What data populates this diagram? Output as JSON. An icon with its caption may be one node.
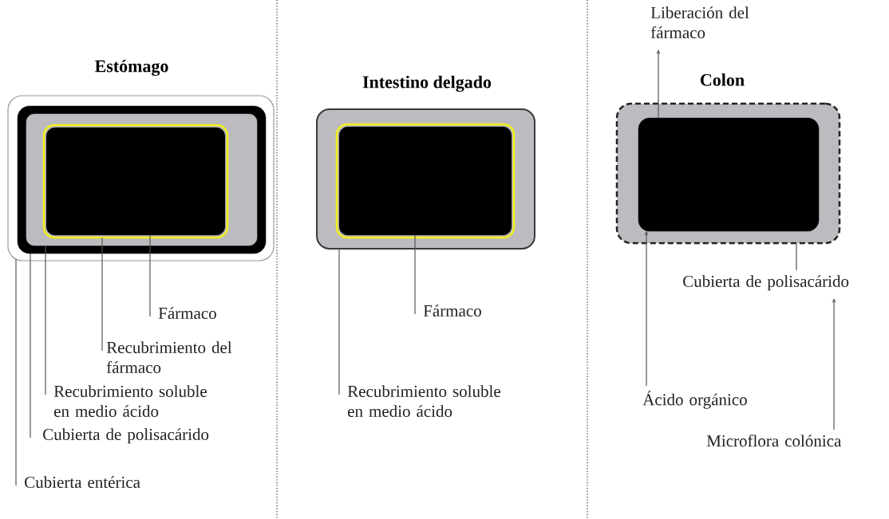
{
  "diagram": {
    "nodes": [
      {
        "text": [],
        "shape": "box"
      },
      {
        "text": [],
        "shape": "box",
        "in": 0
      },
      {
        "text": [],
        "shape": "box",
        "in": 1
      },
      {
        "text": [],
        "shape": "box",
        "in": 2
      },
      {
        "text": [],
        "shape": "box",
        "in": 3
      },
      {
        "text": [
          "Fármaco"
        ]
      },
      {
        "text": [
          "Recubrimiento del fármaco"
        ]
      },
      {
        "text": [
          "Recubrimiento soluble en medio ácido"
        ]
      },
      {
        "text": [
          "Cubierta de polisacárido"
        ]
      },
      {
        "text": [
          "Cubierta entérica"
        ]
      },
      {
        "text": [],
        "shape": "box"
      },
      {
        "text": [],
        "shape": "box",
        "in": 10
      },
      {
        "text": [],
        "shape": "box",
        "in": 11
      },
      {
        "text": [
          "Fármaco"
        ]
      },
      {
        "text": [
          "Recubrimiento soluble en medio ácido"
        ]
      },
      {
        "text": [],
        "shape": "box"
      },
      {
        "text": [],
        "shape": "box",
        "in": 15
      },
      {
        "text": [
          "Liberación del fármaco"
        ]
      },
      {
        "text": [
          "Cubierta de polisacárido"
        ]
      },
      {
        "text": [
          "Ácido orgánico"
        ]
      },
      {
        "text": [
          "Microflora colónica"
        ]
      }
    ],
    "edges": [
      {
        "from": 5,
        "to": 4,
        "arrow": "none"
      },
      {
        "from": 6,
        "to": 3,
        "arrow": "none"
      },
      {
        "from": 7,
        "to": 2,
        "arrow": "none"
      },
      {
        "from": 8,
        "to": 1,
        "arrow": "none"
      },
      {
        "from": 9,
        "to": 0,
        "arrow": "none"
      },
      {
        "from": 13,
        "to": 12,
        "arrow": "none"
      },
      {
        "from": 14,
        "to": 10,
        "arrow": "none"
      },
      {
        "from": 16,
        "to": 17,
        "arrow": "to"
      },
      {
        "from": 18,
        "to": 15,
        "arrow": "none"
      },
      {
        "from": 19,
        "to": 16,
        "arrow": "to"
      },
      {
        "from": 20,
        "to": 18,
        "arrow": "to"
      }
    ],
    "labels": [
      "Estómago",
      "Intestino delgado",
      "Colon"
    ]
  }
}
